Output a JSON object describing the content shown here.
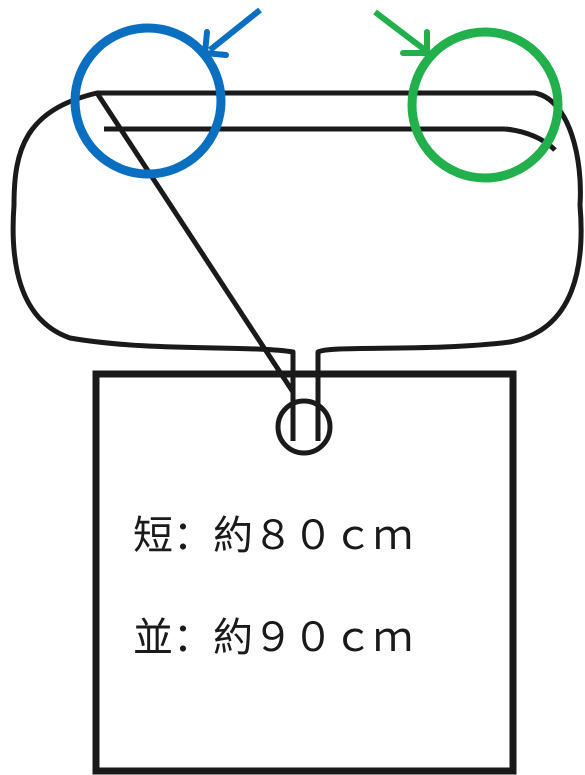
{
  "tag": {
    "short_length": "短：約８０ｃｍ",
    "regular_length": "並：約９０ｃｍ"
  },
  "colors": {
    "outline": "#1a1a1a",
    "left_marker": "#0a6fc0",
    "right_marker": "#21b04b",
    "background": "#ffffff"
  },
  "icons": {
    "left_marker": "blue-circle-marker",
    "right_marker": "green-circle-marker",
    "left_arrow": "blue-arrow",
    "right_arrow": "green-arrow"
  }
}
